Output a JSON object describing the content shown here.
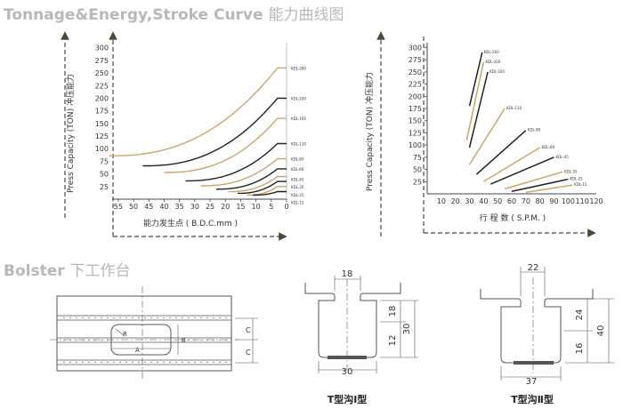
{
  "sections": {
    "curve_title_en": "Tonnage&Energy,Stroke Curve",
    "curve_title_cn": "能力曲线图",
    "bolster_title_en": "Bolster",
    "bolster_title_cn": "下工作台"
  },
  "colors": {
    "gold": "#c9a66b",
    "dark": "#222222",
    "title": "#b8b8b8"
  },
  "chart_data": [
    {
      "type": "line",
      "title": "",
      "ylabel": "Press Capacity (TON) 冲压能力",
      "xlabel": "能力发生点 ( B.D.C.mm )",
      "yticks": [
        "300",
        "275",
        "250",
        "225",
        "200",
        "175",
        "150",
        "125",
        "100",
        "75",
        "50",
        "25"
      ],
      "xticks": [
        "55",
        "50",
        "45",
        "40",
        "35",
        "30",
        "25",
        "20",
        "15",
        "10",
        "5",
        "0"
      ],
      "xlim": [
        57,
        0
      ],
      "ylim": [
        0,
        310
      ],
      "series": [
        {
          "name": "KDL-260",
          "color": "gold",
          "start": 58,
          "cap": 260
        },
        {
          "name": "KDL-200",
          "color": "dark",
          "start": 47,
          "cap": 200
        },
        {
          "name": "KDL-160",
          "color": "gold",
          "start": 40,
          "cap": 160
        },
        {
          "name": "KDL-110",
          "color": "dark",
          "start": 33,
          "cap": 110
        },
        {
          "name": "KDL-80",
          "color": "gold",
          "start": 28,
          "cap": 80
        },
        {
          "name": "KDL-60",
          "color": "dark",
          "start": 23,
          "cap": 60
        },
        {
          "name": "KDL-45",
          "color": "gold",
          "start": 19,
          "cap": 45
        },
        {
          "name": "KDL-35",
          "color": "dark",
          "start": 16,
          "cap": 35
        },
        {
          "name": "KDL-25",
          "color": "gold",
          "start": 13,
          "cap": 25
        },
        {
          "name": "KDL-15",
          "color": "dark",
          "start": 11,
          "cap": 15
        }
      ]
    },
    {
      "type": "line",
      "title": "",
      "ylabel": "Press Capacity (TON) 冲压能力",
      "xlabel": "行 程 数 ( S.P.M. )",
      "yticks": [
        "300",
        "275",
        "250",
        "225",
        "200",
        "175",
        "150",
        "125",
        "100",
        "75",
        "50",
        "25"
      ],
      "xticks": [
        "10",
        "20",
        "30",
        "40",
        "50",
        "60",
        "70",
        "80",
        "90",
        "100",
        "110",
        "120"
      ],
      "xlim": [
        0,
        120
      ],
      "ylim": [
        0,
        310
      ],
      "series": [
        {
          "name": "KDL-260",
          "color": "dark",
          "x": [
            30,
            39
          ],
          "y": [
            180,
            290
          ]
        },
        {
          "name": "KDL-200",
          "color": "gold",
          "x": [
            28,
            40
          ],
          "y": [
            110,
            270
          ]
        },
        {
          "name": "KDL-160",
          "color": "dark",
          "x": [
            30,
            43
          ],
          "y": [
            95,
            250
          ]
        },
        {
          "name": "KDL-110",
          "color": "gold",
          "x": [
            30,
            55
          ],
          "y": [
            60,
            175
          ]
        },
        {
          "name": "KDL-80",
          "color": "dark",
          "x": [
            35,
            70
          ],
          "y": [
            40,
            130
          ]
        },
        {
          "name": "KDL-60",
          "color": "gold",
          "x": [
            40,
            80
          ],
          "y": [
            25,
            95
          ]
        },
        {
          "name": "KDL-45",
          "color": "dark",
          "x": [
            45,
            90
          ],
          "y": [
            20,
            75
          ]
        },
        {
          "name": "KDL-35",
          "color": "gold",
          "x": [
            55,
            96
          ],
          "y": [
            10,
            45
          ]
        },
        {
          "name": "KDL-25",
          "color": "dark",
          "x": [
            60,
            100
          ],
          "y": [
            5,
            30
          ]
        },
        {
          "name": "KDL-15",
          "color": "gold",
          "x": [
            70,
            103
          ],
          "y": [
            3,
            18
          ]
        }
      ]
    }
  ],
  "bolster": {
    "labels": {
      "r": "R",
      "a": "A",
      "b": "B",
      "c1": "C",
      "c2": "C"
    }
  },
  "tslot1": {
    "caption": "T型沟Ⅰ型",
    "top": "18",
    "depth": "18",
    "total": "30",
    "neck": "12",
    "bottom": "30"
  },
  "tslot2": {
    "caption": "T型沟Ⅱ型",
    "top": "22",
    "depth": "24",
    "total": "40",
    "neck": "16",
    "bottom": "37"
  }
}
